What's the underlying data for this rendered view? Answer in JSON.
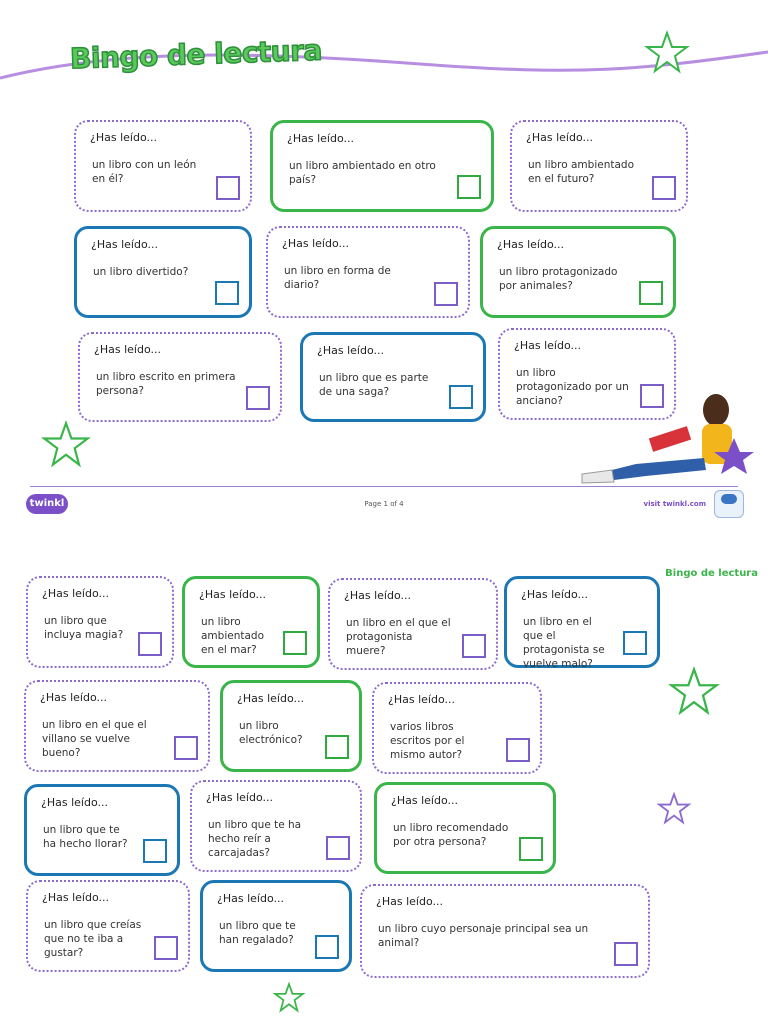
{
  "page1": {
    "title": "Bingo de lectura",
    "footer": {
      "logo": "twinkl",
      "page_number": "Page 1 of 4",
      "visit": "visit twinkl.com"
    },
    "cards": [
      {
        "head": "¿Has leído...",
        "body": "un libro con un león en él?"
      },
      {
        "head": "¿Has leído...",
        "body": "un libro ambientado en otro país?"
      },
      {
        "head": "¿Has leído...",
        "body": "un libro ambientado en el futuro?"
      },
      {
        "head": "¿Has leído...",
        "body": "un libro divertido?"
      },
      {
        "head": "¿Has leído...",
        "body": "un libro en forma de diario?"
      },
      {
        "head": "¿Has leído...",
        "body": "un libro protagonizado por animales?"
      },
      {
        "head": "¿Has leído...",
        "body": "un libro escrito en primera persona?"
      },
      {
        "head": "¿Has leído...",
        "body": "un libro que es parte de una saga?"
      },
      {
        "head": "¿Has leído...",
        "body": "un libro protagonizado por un anciano?"
      }
    ]
  },
  "page2": {
    "corner_label": "Bingo de lectura",
    "cards": [
      {
        "head": "¿Has leído...",
        "body": "un libro que incluya magia?"
      },
      {
        "head": "¿Has leído...",
        "body": "un libro ambientado en el mar?"
      },
      {
        "head": "¿Has leído...",
        "body": "un libro en el que el protagonista muere?"
      },
      {
        "head": "¿Has leído...",
        "body": "un libro en el que el protagonista se vuelve malo?"
      },
      {
        "head": "¿Has leído...",
        "body": "un libro en el que el villano se vuelve bueno?"
      },
      {
        "head": "¿Has leído...",
        "body": "un libro electrónico?"
      },
      {
        "head": "¿Has leído...",
        "body": "varios libros escritos por el mismo autor?"
      },
      {
        "head": "¿Has leído...",
        "body": "un libro que te ha hecho llorar?"
      },
      {
        "head": "¿Has leído...",
        "body": "un libro que te ha hecho reír a carcajadas?"
      },
      {
        "head": "¿Has leído...",
        "body": "un libro recomendado por otra persona?"
      },
      {
        "head": "¿Has leído...",
        "body": "un libro que creías que no te iba a gustar?"
      },
      {
        "head": "¿Has leído...",
        "body": "un libro que te han regalado?"
      },
      {
        "head": "¿Has leído...",
        "body": "un libro cuyo personaje principal sea un animal?"
      }
    ]
  },
  "colors": {
    "green": "#3ab54a",
    "blue": "#1b78b4",
    "purple": "#8d6ad0",
    "title_green": "#58c95a"
  }
}
